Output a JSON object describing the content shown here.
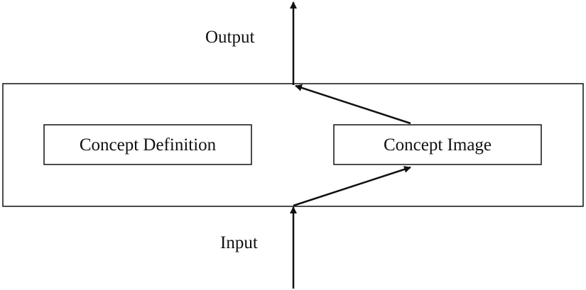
{
  "diagram": {
    "output_label": "Output",
    "input_label": "Input",
    "concept_definition": "Concept Definition",
    "concept_image": "Concept Image"
  }
}
